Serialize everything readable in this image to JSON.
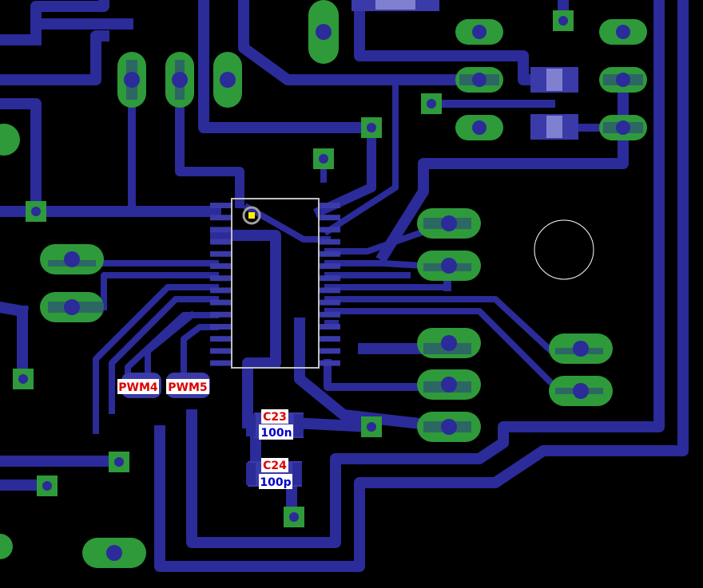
{
  "colors": {
    "background": "#000000",
    "trace": "#2b2b9a",
    "pad_green": "#2e9a3a",
    "via_hole": "#2b2b9a",
    "outline": "#c0c0c0",
    "label_ref": "#dd0000",
    "label_value": "#0000cc"
  },
  "labels": {
    "pwm4": "PWM4",
    "pwm5": "PWM5",
    "c23_ref": "C23",
    "c23_value": "100n",
    "c24_ref": "C24",
    "c24_value": "100p"
  },
  "ic": {
    "pins_per_side": 14,
    "pin1_marker": "yellow-square"
  },
  "components": [
    {
      "ref": "C23",
      "value": "100n"
    },
    {
      "ref": "C24",
      "value": "100p"
    }
  ]
}
